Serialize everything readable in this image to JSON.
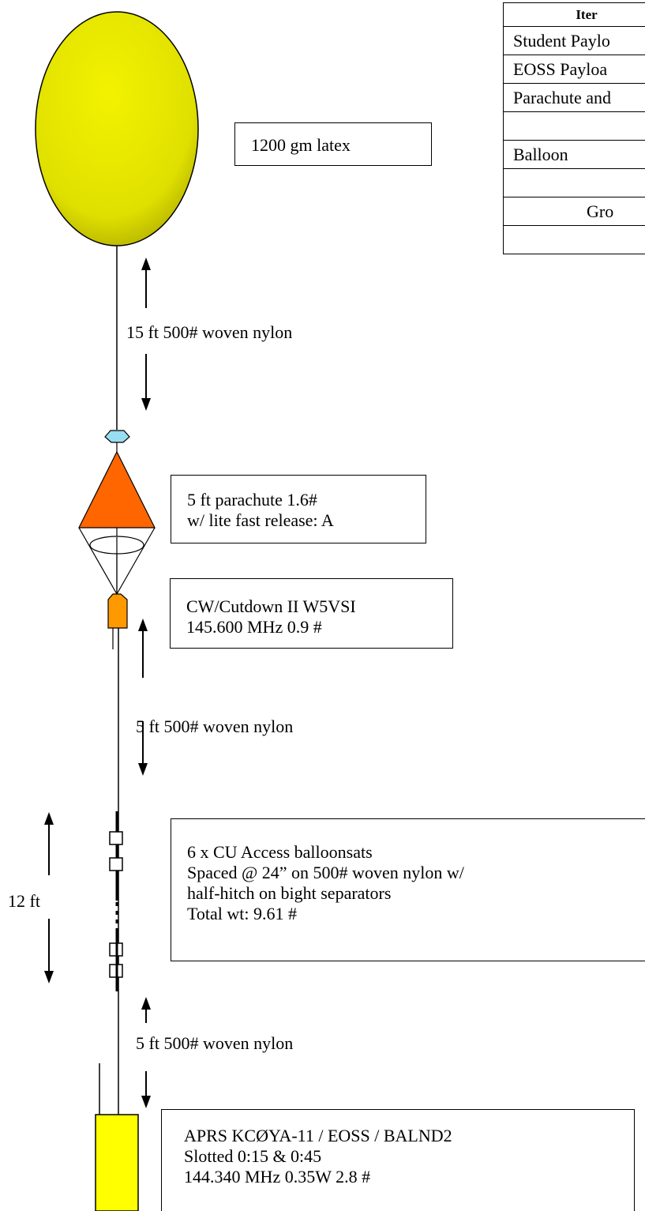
{
  "labels": {
    "balloon_box": "1200 gm latex",
    "line1": "15 ft 500# woven nylon",
    "parachute_box": [
      "5 ft parachute 1.6#",
      "w/ lite fast release: A"
    ],
    "cutdown_box": [
      "CW/Cutdown II W5VSI",
      "145.600 MHz 0.9 #"
    ],
    "line2": "5 ft 500# woven nylon",
    "balloonsats_box": [
      "6 x CU Access balloonsats",
      "Spaced @ 24” on 500# woven nylon w/",
      "half-hitch on bight separators",
      "Total wt: 9.61 #"
    ],
    "span_label": "12 ft",
    "line3": "5 ft 500# woven nylon",
    "aprs_box": [
      "APRS KCØYA-11  / EOSS / BALND2",
      "Slotted 0:15 & 0:45",
      "144.340 MHz   0.35W  2.8 #"
    ]
  },
  "table": {
    "header": "Iter",
    "rows": [
      "Student Paylo",
      "EOSS Payloa",
      "Parachute and",
      "",
      "Balloon",
      "",
      "Gro",
      ""
    ]
  },
  "colors": {
    "balloon": "#e6e600",
    "parachute_canopy": "#ff6600",
    "release": "#99ddf2",
    "cutdown": "#ff9900",
    "aprs": "#ffff00"
  }
}
